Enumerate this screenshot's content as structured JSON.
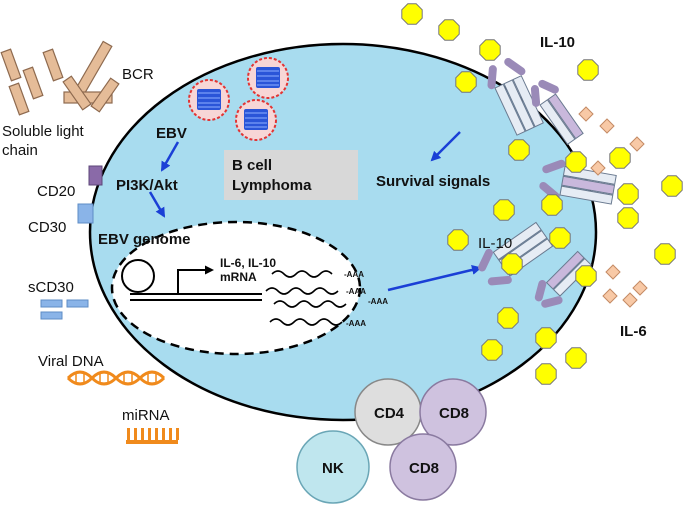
{
  "labels": {
    "bcr": "BCR",
    "soluble_light_chain_line1": "Soluble light",
    "soluble_light_chain_line2": "chain",
    "cd20": "CD20",
    "cd30": "CD30",
    "scd30": "sCD30",
    "viral_dna": "Viral DNA",
    "mirna": "miRNA",
    "ebv": "EBV",
    "pi3k_akt": "PI3K/Akt",
    "ebv_genome": "EBV genome",
    "b_cell_line1": "B cell",
    "b_cell_line2": "Lymphoma",
    "il6_il10_line1": "IL-6, IL-10",
    "il6_il10_line2": "mRNA",
    "survival_signals": "Survival signals",
    "il10_top": "IL-10",
    "il10_mid": "IL-10",
    "il6": "IL-6",
    "polyA": "-AAA",
    "cells": {
      "cd4": "CD4",
      "cd8_top": "CD8",
      "cd8_bottom": "CD8",
      "nk": "NK"
    }
  },
  "colors": {
    "cell_fill": "#a8dcef",
    "bcr_fill": "#e5bc98",
    "bcr_stroke": "#8e6a4f",
    "arrow_blue": "#1a3fd6",
    "cytokine_yellow": "#ffff00",
    "il6_peach": "#f8c9a6",
    "virus_red": "#e23434",
    "virus_blue": "#2a55d8",
    "cd20_purple": "#8a6aa8",
    "cd30_blue": "#8ab4e8",
    "dna_orange": "#f08a1c",
    "receptor_purple": "#b8a8cc",
    "cd4_gray": "#dedede",
    "cd8_purple": "#cfc2df",
    "nk_teal": "#bfe6ee"
  }
}
